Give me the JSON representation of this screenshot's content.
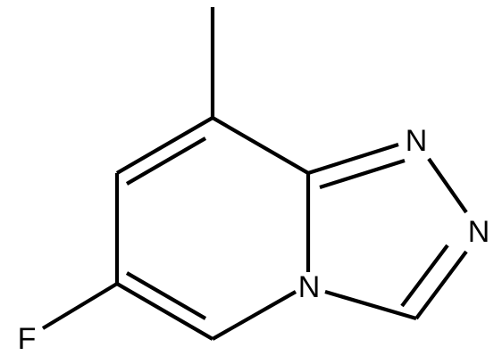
{
  "molecule": {
    "atoms": {
      "n1": "N",
      "n2": "N",
      "n4": "N",
      "f": "F"
    }
  },
  "colors": {
    "bond": "#000000",
    "label": "#000000",
    "background": "#ffffff"
  }
}
